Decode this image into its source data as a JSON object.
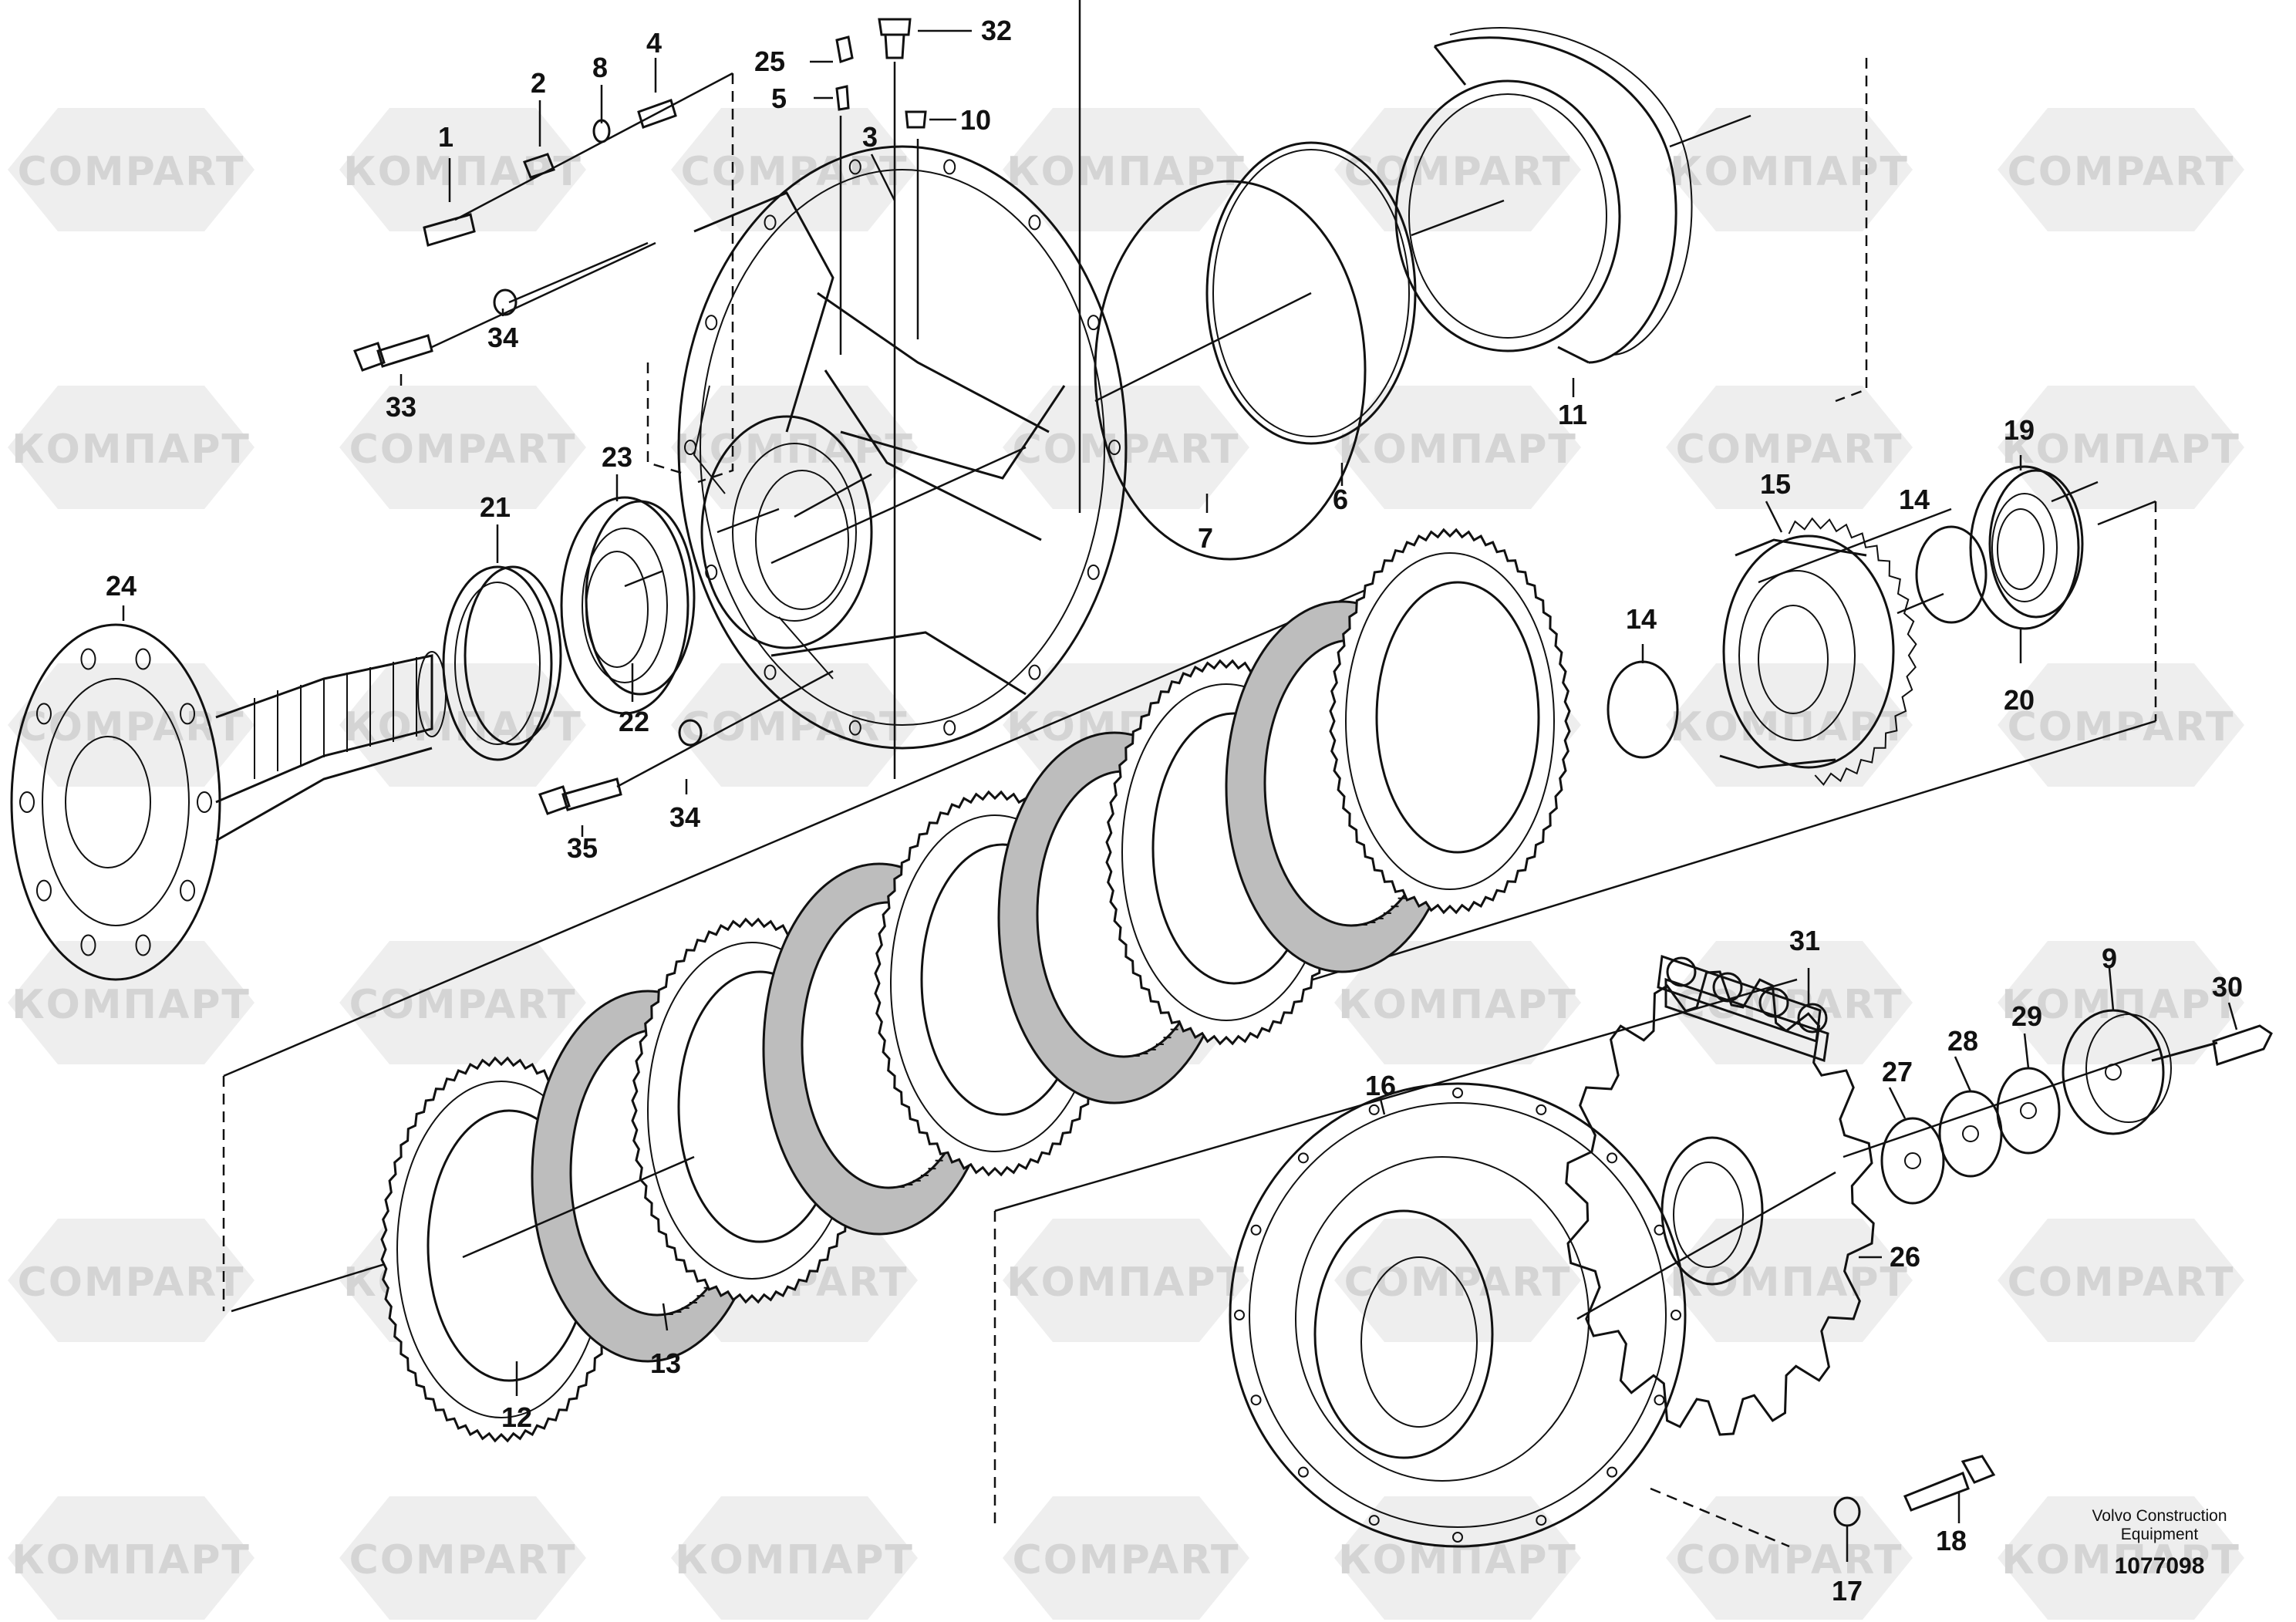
{
  "watermark": {
    "text_latin": "COMPART",
    "text_cyrillic": "КОМПАРТ",
    "color": "#d4d4d4"
  },
  "callouts": [
    "1",
    "2",
    "3",
    "4",
    "5",
    "6",
    "7",
    "8",
    "9",
    "10",
    "11",
    "12",
    "13",
    "14",
    "14",
    "15",
    "16",
    "17",
    "18",
    "19",
    "20",
    "21",
    "22",
    "23",
    "24",
    "25",
    "26",
    "27",
    "28",
    "29",
    "30",
    "31",
    "32",
    "33",
    "34",
    "34",
    "35"
  ],
  "footer": {
    "manufacturer_line1": "Volvo Construction",
    "manufacturer_line2": "Equipment",
    "drawing_number": "1077098"
  },
  "colors": {
    "line": "#111111",
    "friction_fill": "#bdbdbd",
    "background": "#ffffff"
  }
}
